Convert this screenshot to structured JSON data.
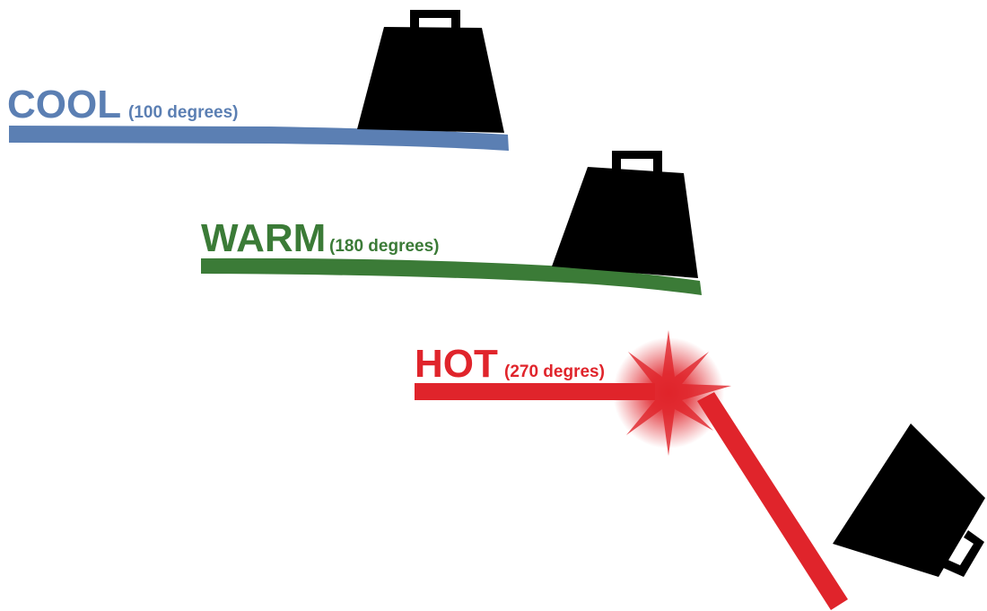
{
  "states": [
    {
      "id": "cool",
      "label": "COOL",
      "detail": "(100 degrees)",
      "color": "#5b7fb3"
    },
    {
      "id": "warm",
      "label": "WARM",
      "detail": "(180 degrees)",
      "color": "#3b7b37"
    },
    {
      "id": "hot",
      "label": "HOT",
      "detail": "(270 degres)",
      "color": "#e0242b"
    }
  ],
  "icons": {
    "weight": "weight-icon",
    "break": "break-burst-icon"
  }
}
